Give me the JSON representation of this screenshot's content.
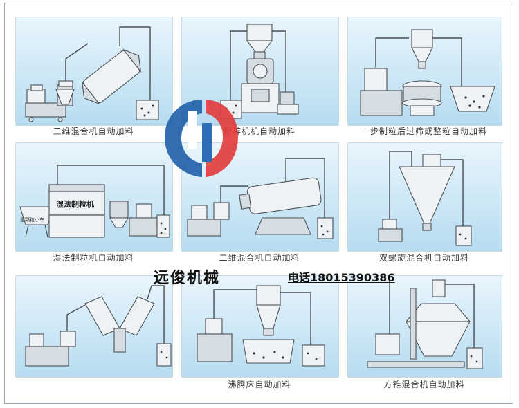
{
  "panels": [
    {
      "caption": "三维混合机自动加料"
    },
    {
      "caption": "粉碎机机自动加料"
    },
    {
      "caption": "一步制粒后过筛或整粒自动加料"
    },
    {
      "caption": "湿法制粒机自动加料"
    },
    {
      "caption": "二维混合机自动加料"
    },
    {
      "caption": "双螺旋混合机自动加料"
    },
    {
      "caption": ""
    },
    {
      "caption": "沸腾床自动加料"
    },
    {
      "caption": "方锥混合机自动加料"
    }
  ],
  "labels": {
    "wet_granulator": "湿法制粒机",
    "wet_cart": "湿颗粒小车"
  },
  "brand": "远俊机械",
  "phone": "电话18015390386",
  "colors": {
    "panel_top": "#e9f5fc",
    "panel_bottom": "#b6dcf0",
    "logo_blue": "#1f5fa8",
    "logo_red": "#e23a3a"
  }
}
